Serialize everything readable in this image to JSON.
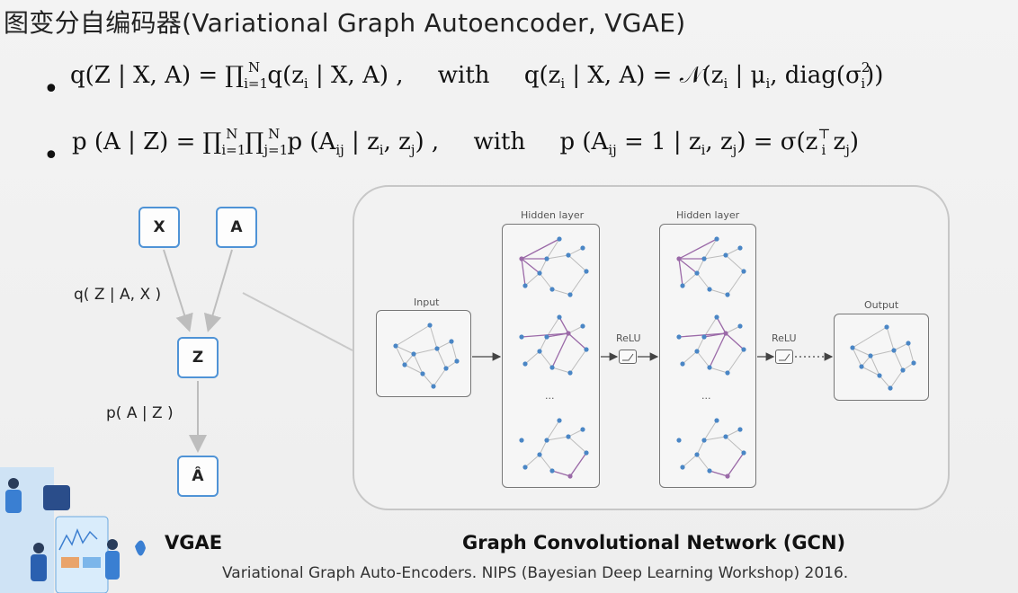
{
  "title": "图变分自编码器(Variational Graph Autoencoder, VGAE)",
  "bullets": [
    {
      "lhs": "q(Z | X, A) = ∏",
      "prod_sub": "i=1",
      "prod_sup": "N",
      "rhs": "q(z",
      "rhs_sub": "i",
      "rhs_end": " | X, A) ,",
      "with": "with",
      "def": "q(z",
      "def_sub": "i",
      "def_end": " | X, A) = 𝒩(z",
      "def_sub2": "i",
      "def_mid": " | μ",
      "def_sub3": "i",
      "def_tail": ", diag(σ",
      "def_sup": "2",
      "def_sub4": "i",
      "def_close": "))"
    },
    {
      "lhs": "p (A | Z) = ∏",
      "prod1_sub": "i=1",
      "prod1_sup": "N",
      "prod2": " ∏",
      "prod2_sub": "j=1",
      "prod2_sup": "N",
      "rhs": " p (A",
      "rhs_sub": "ij",
      "rhs_end": " | z",
      "rhs_sub2": "i",
      "rhs_mid": ", z",
      "rhs_sub3": "j",
      "rhs_close": ") ,",
      "with": "with",
      "def": "p (A",
      "def_sub": "ij",
      "def_mid": " = 1 | z",
      "def_sub2": "i",
      "def_mid2": ", z",
      "def_sub3": "j",
      "def_mid3": ") = σ(z",
      "def_sup": "⊤",
      "def_sub4": "i",
      "def_end": " z",
      "def_sub5": "j",
      "def_close": ")"
    }
  ],
  "vgae": {
    "nodes": {
      "x": "X",
      "a": "A",
      "z": "Z",
      "a_hat": "Â"
    },
    "q_label": "q( Z | A, X )",
    "p_label": "p( A | Z )",
    "caption": "VGAE"
  },
  "gcn": {
    "input_label": "Input",
    "hidden1_label": "Hidden layer",
    "hidden2_label": "Hidden layer",
    "output_label": "Output",
    "relu1": "ReLU",
    "relu2": "ReLU",
    "ellipsis": "...",
    "caption": "Graph Convolutional Network (GCN)"
  },
  "citation": "Variational Graph Auto-Encoders. NIPS (Bayesian Deep Learning Workshop) 2016.",
  "colors": {
    "node_border": "#4f93d6",
    "graph_node": "#4a86c5",
    "graph_node_highlight": "#9b6aa8",
    "edge": "#bcbcbc"
  }
}
